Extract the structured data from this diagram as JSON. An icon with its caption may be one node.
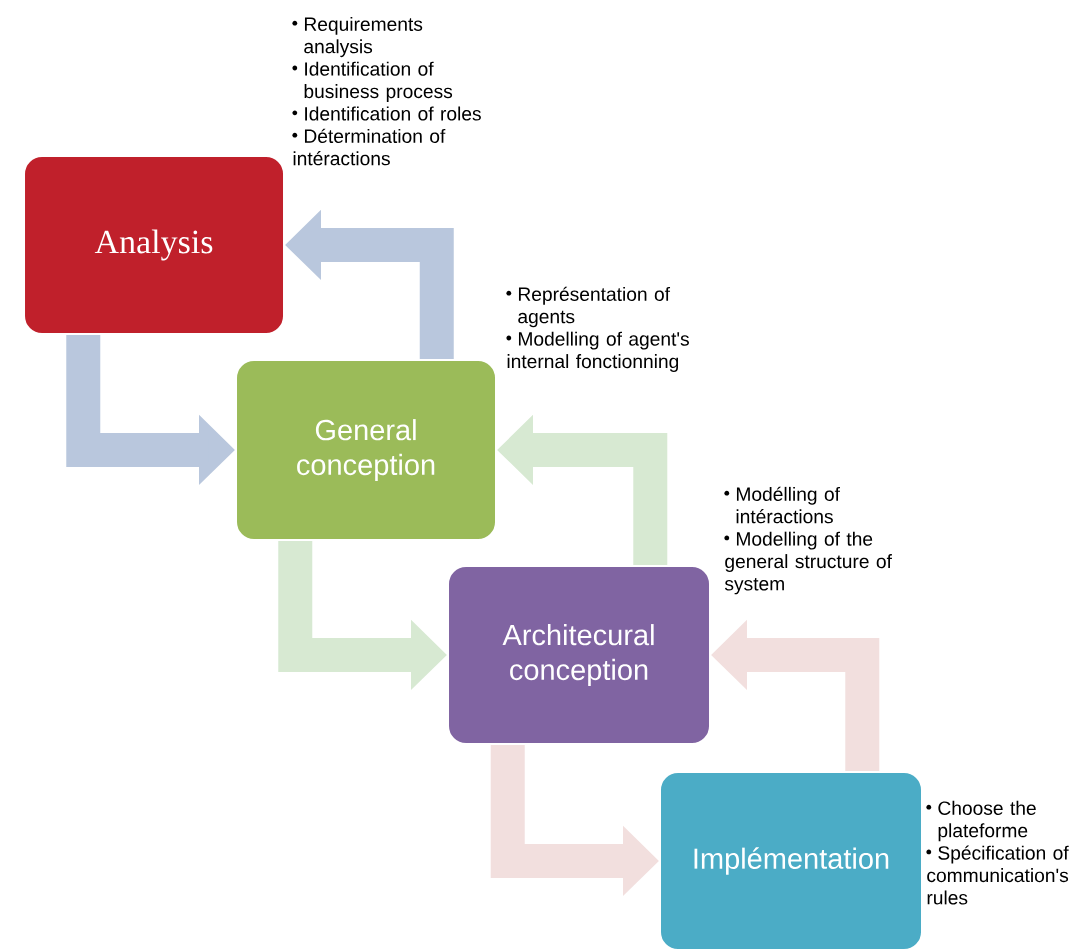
{
  "diagram": {
    "nodes": [
      {
        "text": [
          "Analysis"
        ],
        "beside": [
          "Requirements analysis",
          "Identification of business process",
          "Identification of roles",
          "Détermination of intéractions"
        ]
      },
      {
        "text": [
          "General conception"
        ],
        "beside": [
          "Représentation of agents",
          "Modelling of agent's internal fonctionning"
        ]
      },
      {
        "text": [
          "Architecural conception"
        ],
        "beside": [
          "Modélling of intéractions",
          "Modelling of the general structure of system"
        ]
      },
      {
        "text": [
          "Implémentation"
        ],
        "beside": [
          "Choose the plateforme",
          "Spécification of communication's rules"
        ]
      }
    ],
    "edges": [
      {
        "from": 0,
        "to": 1,
        "arrow": "to",
        "color": "#b9c7dd"
      },
      {
        "from": 1,
        "to": 0,
        "arrow": "to",
        "color": "#b9c7dd"
      },
      {
        "from": 1,
        "to": 2,
        "arrow": "to",
        "color": "#d7e9d2"
      },
      {
        "from": 2,
        "to": 1,
        "arrow": "to",
        "color": "#d7e9d2"
      },
      {
        "from": 2,
        "to": 3,
        "arrow": "to",
        "color": "#f2dfde"
      },
      {
        "from": 3,
        "to": 2,
        "arrow": "to",
        "color": "#f2dfde"
      }
    ]
  }
}
